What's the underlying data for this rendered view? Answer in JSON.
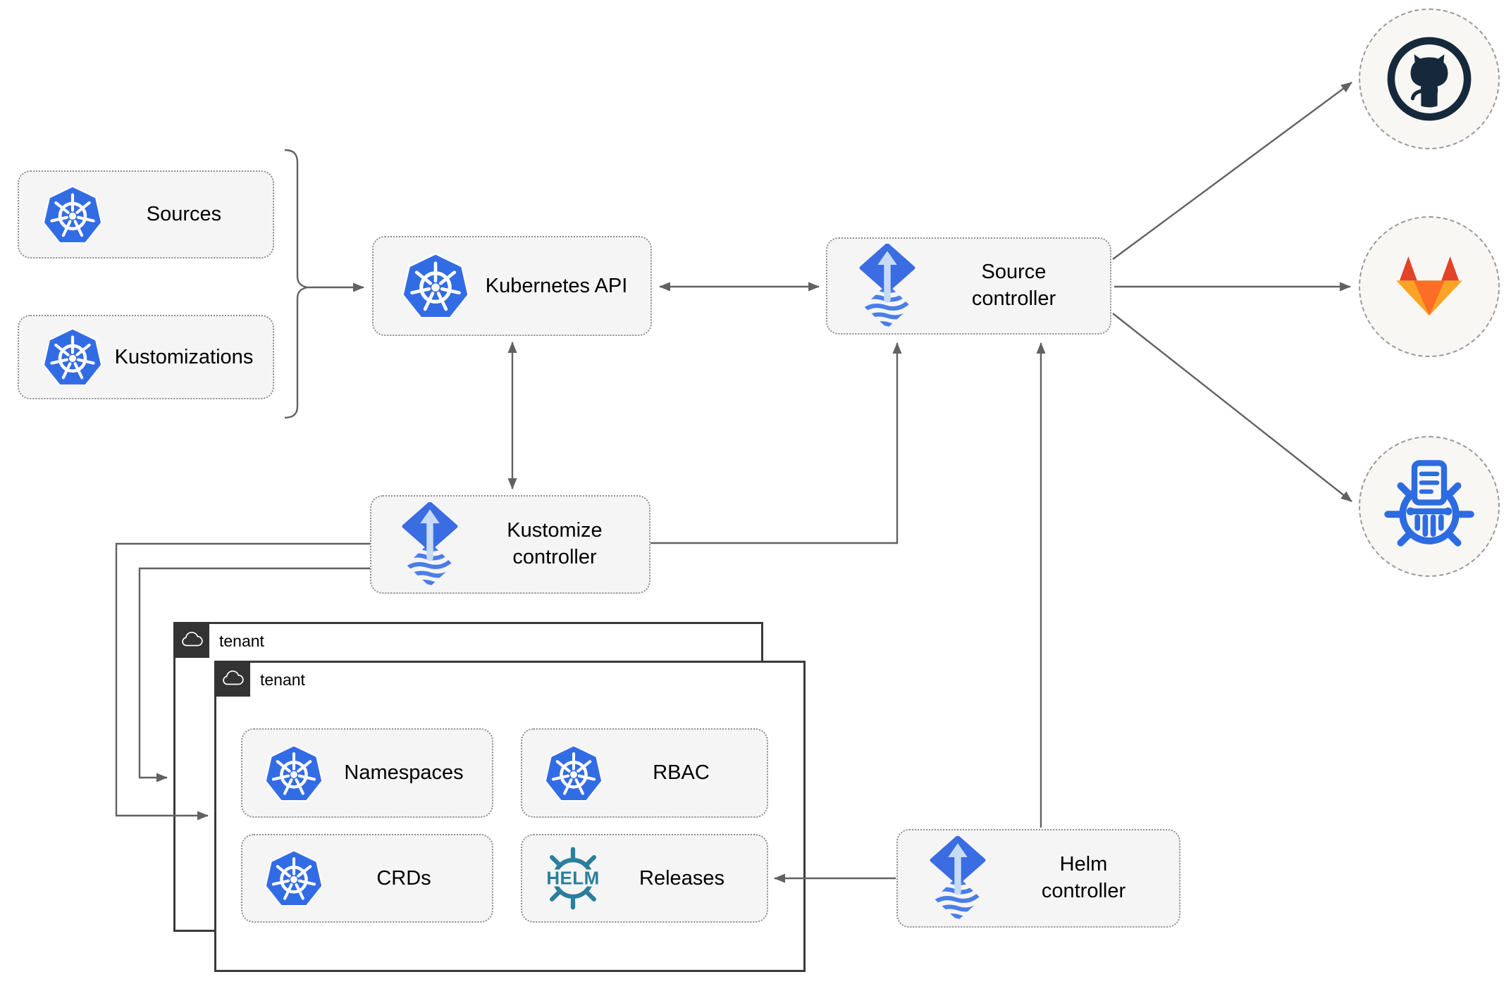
{
  "nodes": {
    "sources": {
      "label": "Sources",
      "icon": "kubernetes-icon"
    },
    "kustomizations": {
      "label": "Kustomizations",
      "icon": "kubernetes-icon"
    },
    "kubernetes_api": {
      "label": "Kubernetes API",
      "icon": "kubernetes-icon"
    },
    "source_controller": {
      "label": "Source controller",
      "icon": "flux-icon"
    },
    "kustomize_controller": {
      "label": "Kustomize controller",
      "icon": "flux-icon"
    },
    "helm_controller": {
      "label": "Helm controller",
      "icon": "flux-icon"
    },
    "namespaces": {
      "label": "Namespaces",
      "icon": "kubernetes-icon"
    },
    "rbac": {
      "label": "RBAC",
      "icon": "kubernetes-icon"
    },
    "crds": {
      "label": "CRDs",
      "icon": "kubernetes-icon"
    },
    "releases": {
      "label": "Releases",
      "icon": "helm-icon",
      "icon_text": "HELM"
    }
  },
  "tenants": {
    "back": {
      "label": "tenant",
      "icon": "cloud-icon"
    },
    "front": {
      "label": "tenant",
      "icon": "cloud-icon"
    }
  },
  "endpoints": [
    {
      "name": "github",
      "icon": "github-icon"
    },
    {
      "name": "gitlab",
      "icon": "gitlab-icon"
    },
    {
      "name": "chart-repository",
      "icon": "chart-repository-icon"
    }
  ],
  "edges": [
    {
      "from": "sources-kustomizations-group",
      "to": "kubernetes-api",
      "type": "arrow"
    },
    {
      "from": "kubernetes-api",
      "to": "source-controller",
      "type": "bidirectional"
    },
    {
      "from": "kubernetes-api",
      "to": "kustomize-controller",
      "type": "bidirectional"
    },
    {
      "from": "kustomize-controller",
      "to": "source-controller",
      "type": "arrow"
    },
    {
      "from": "kustomize-controller",
      "to": "tenant-front",
      "type": "arrow"
    },
    {
      "from": "kustomize-controller",
      "to": "tenant-back",
      "type": "arrow"
    },
    {
      "from": "helm-controller",
      "to": "source-controller",
      "type": "arrow"
    },
    {
      "from": "helm-controller",
      "to": "releases",
      "type": "arrow"
    },
    {
      "from": "source-controller",
      "to": "github",
      "type": "arrow"
    },
    {
      "from": "source-controller",
      "to": "gitlab",
      "type": "arrow"
    },
    {
      "from": "source-controller",
      "to": "chart-repository",
      "type": "arrow"
    }
  ],
  "colors": {
    "kubernetes_blue": "#326ce5",
    "flux_blue": "#3a6ce2",
    "flux_arrow_light": "#c7dbf7",
    "flux_wave_blue": "#4a7de8",
    "helm_teal": "#2a7e9e",
    "github_dark": "#16293c",
    "gitlab_red": "#e24329",
    "gitlab_orange": "#fc6d26",
    "gitlab_yellow": "#fca326",
    "chart_repo_blue": "#2d6ce0",
    "connector_gray": "#616161",
    "node_fill": "#f5f5f5",
    "tenant_border": "#3a3a3a",
    "circle_fill": "#f8f7f4"
  }
}
